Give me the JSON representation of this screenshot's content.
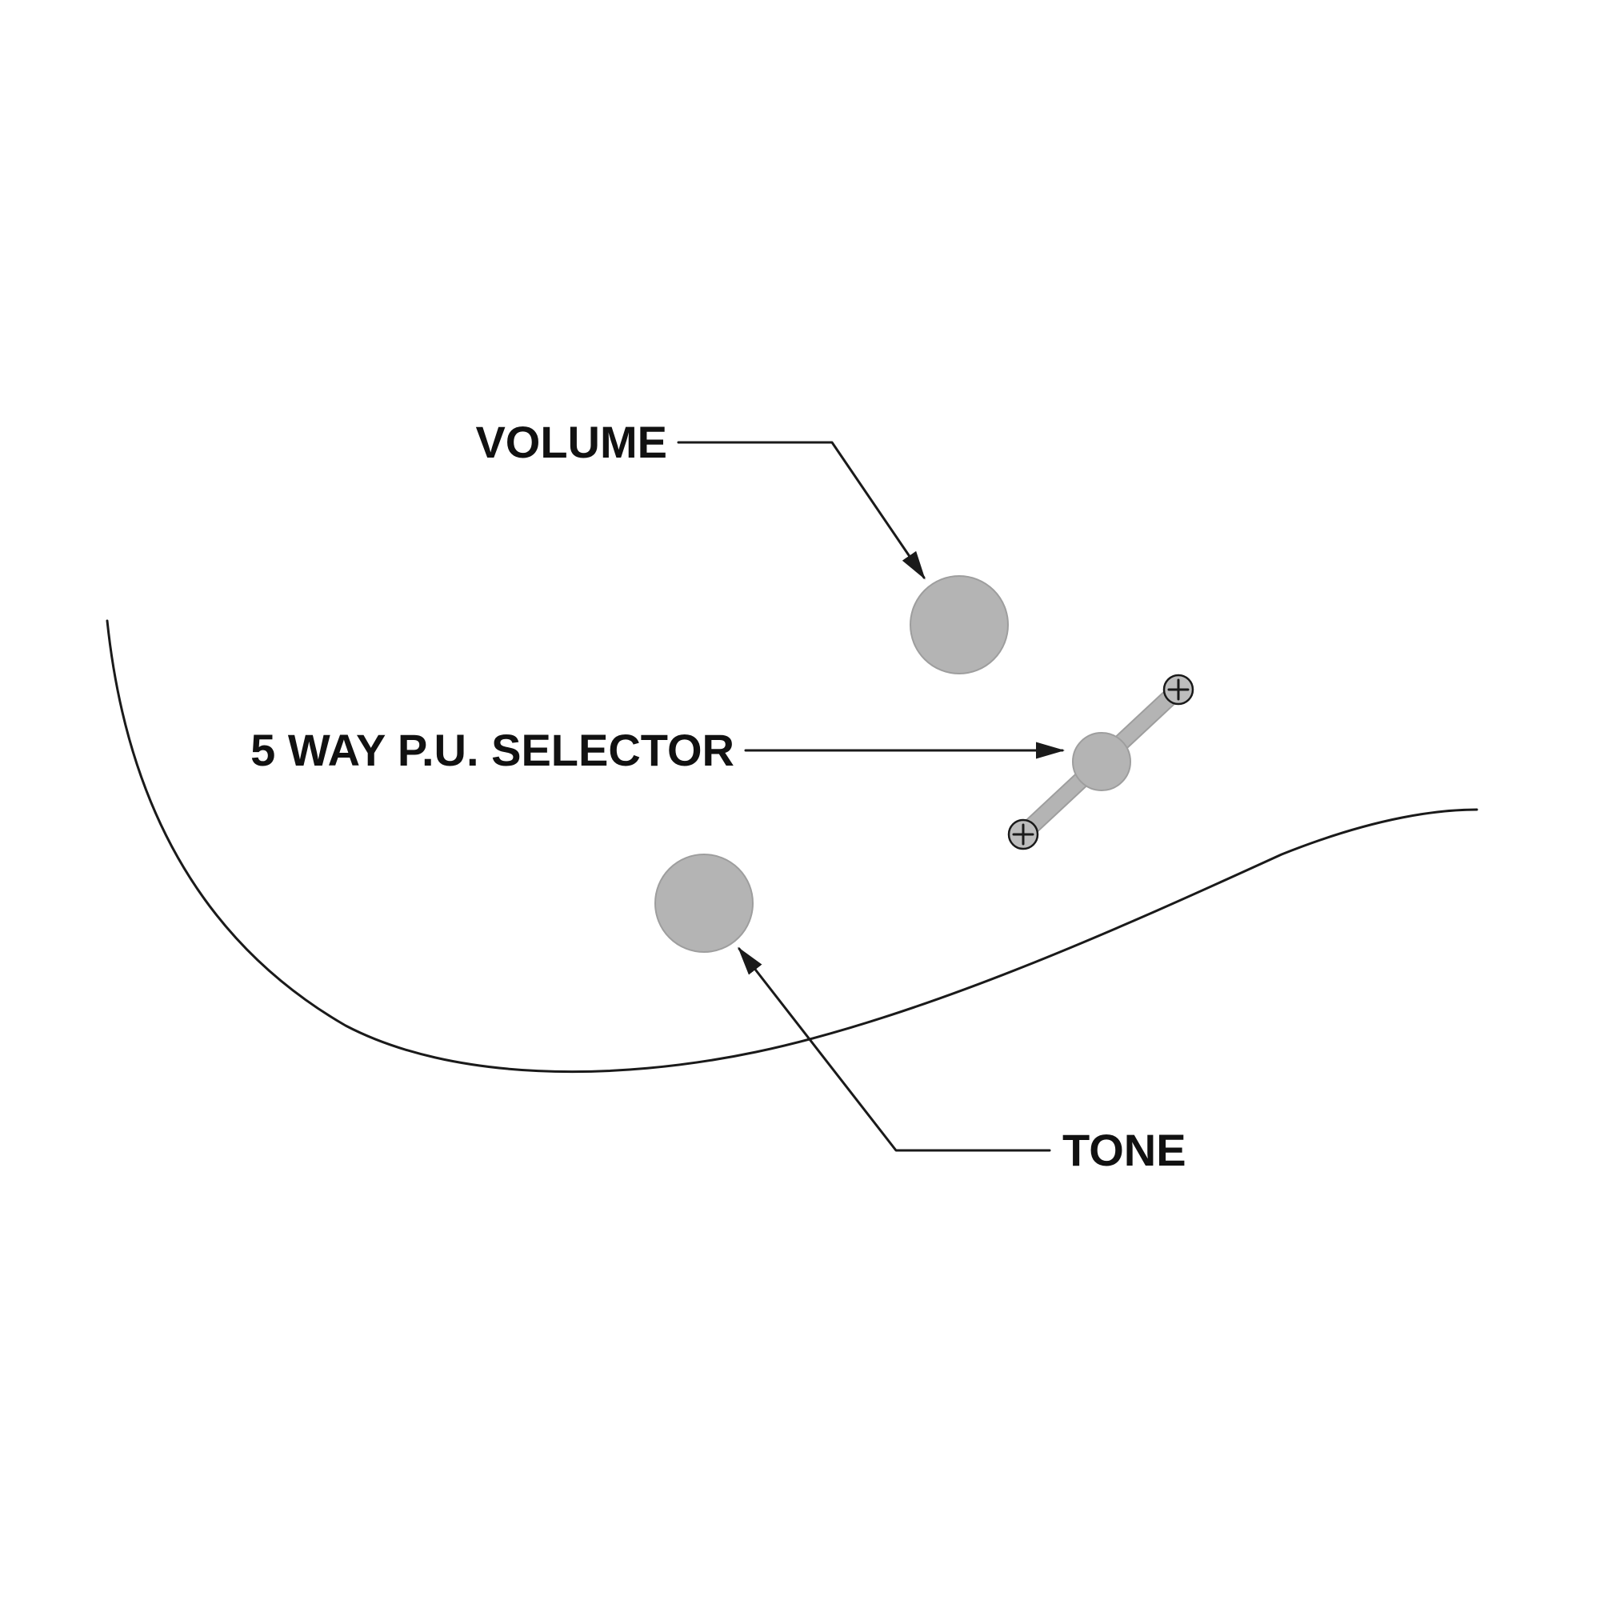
{
  "diagram": {
    "labels": {
      "volume": "VOLUME",
      "selector": "5 WAY P.U. SELECTOR",
      "tone": "TONE"
    },
    "components": [
      {
        "name": "volume-knob",
        "type": "control-knob"
      },
      {
        "name": "pickup-selector-switch",
        "type": "5-way-slide-switch"
      },
      {
        "name": "tone-knob",
        "type": "control-knob"
      }
    ],
    "colors": {
      "background": "#ffffff",
      "line": "#1a1a1a",
      "text": "#111111",
      "knob_fill": "#b4b4b4",
      "knob_stroke": "#9e9e9e",
      "screw_fill": "#bdbdbd"
    }
  }
}
